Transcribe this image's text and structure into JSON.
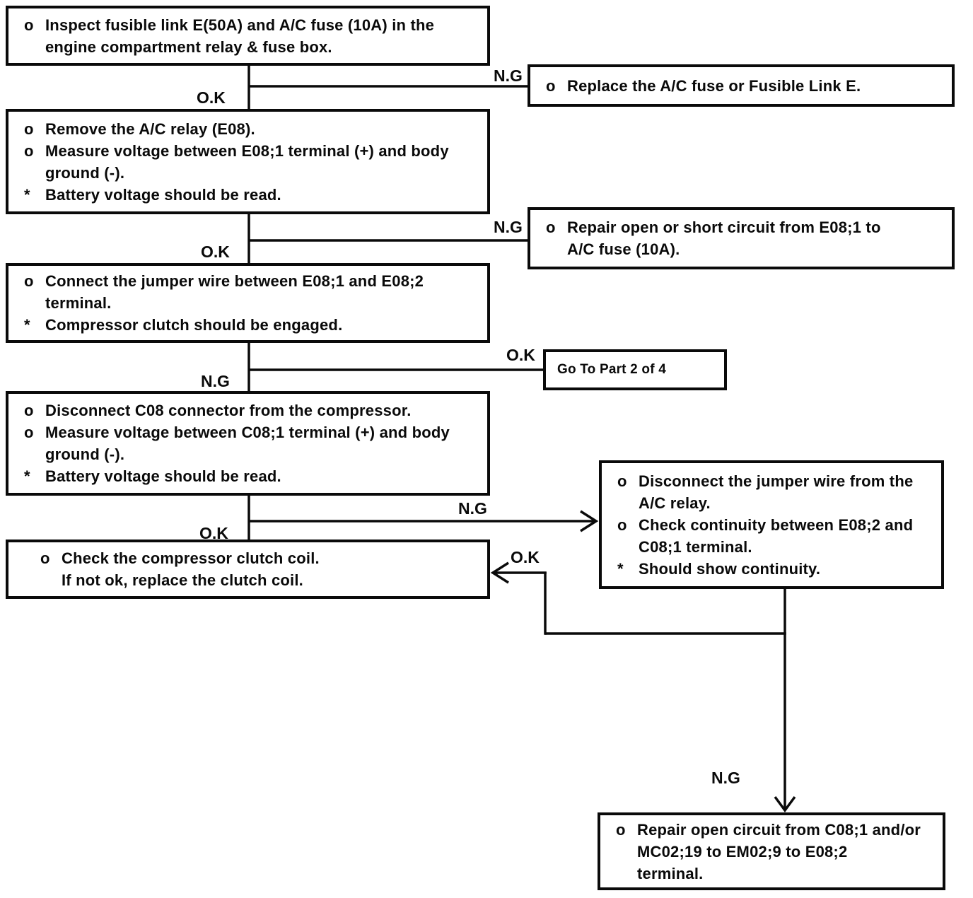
{
  "labels": {
    "ok": "O.K",
    "ng": "N.G"
  },
  "colors": {
    "ink": "#0a0a0a",
    "paper": "#ffffff"
  },
  "boxes": {
    "inspect": {
      "lines": [
        {
          "b": "o",
          "t": "Inspect fusible link E(50A) and A/C fuse (10A) in the"
        },
        {
          "b": "",
          "t": "engine compartment relay & fuse box."
        }
      ]
    },
    "replace_fuse": {
      "lines": [
        {
          "b": "o",
          "t": "Replace the A/C fuse or Fusible Link E."
        }
      ]
    },
    "remove_relay": {
      "lines": [
        {
          "b": "o",
          "t": "Remove the A/C relay (E08)."
        },
        {
          "b": "o",
          "t": "Measure voltage between E08;1 terminal (+) and body"
        },
        {
          "b": "",
          "t": "ground (-)."
        },
        {
          "b": "*",
          "t": "Battery voltage should be read."
        }
      ]
    },
    "repair_short": {
      "lines": [
        {
          "b": "o",
          "t": "Repair open or short circuit from E08;1  to"
        },
        {
          "b": "",
          "t": "A/C fuse (10A)."
        }
      ]
    },
    "connect_jumper": {
      "lines": [
        {
          "b": "o",
          "t": "Connect the jumper wire between E08;1 and E08;2"
        },
        {
          "b": "",
          "t": "terminal."
        },
        {
          "b": "*",
          "t": "Compressor clutch should be engaged."
        }
      ]
    },
    "goto_part2": {
      "text": "Go To Part 2 of 4"
    },
    "disconnect_c08": {
      "lines": [
        {
          "b": "o",
          "t": "Disconnect C08 connector from the compressor."
        },
        {
          "b": "o",
          "t": "Measure voltage between C08;1 terminal (+) and body"
        },
        {
          "b": "",
          "t": "ground (-)."
        },
        {
          "b": "*",
          "t": "Battery voltage should be read."
        }
      ]
    },
    "check_continuity": {
      "lines": [
        {
          "b": "o",
          "t": "Disconnect the jumper wire from the"
        },
        {
          "b": "",
          "t": "A/C relay."
        },
        {
          "b": "o",
          "t": "Check continuity between E08;2 and"
        },
        {
          "b": "",
          "t": "C08;1 terminal."
        },
        {
          "b": "*",
          "t": "Should show continuity."
        }
      ]
    },
    "clutch_coil": {
      "lines": [
        {
          "b": "o",
          "t": "Check the compressor clutch coil."
        },
        {
          "b": "",
          "t": "If not ok, replace the clutch coil."
        }
      ]
    },
    "repair_open": {
      "lines": [
        {
          "b": "o",
          "t": "Repair open circuit from C08;1 and/or"
        },
        {
          "b": "",
          "t": "MC02;19 to EM02;9 to E08;2"
        },
        {
          "b": "",
          "t": "terminal."
        }
      ]
    }
  }
}
